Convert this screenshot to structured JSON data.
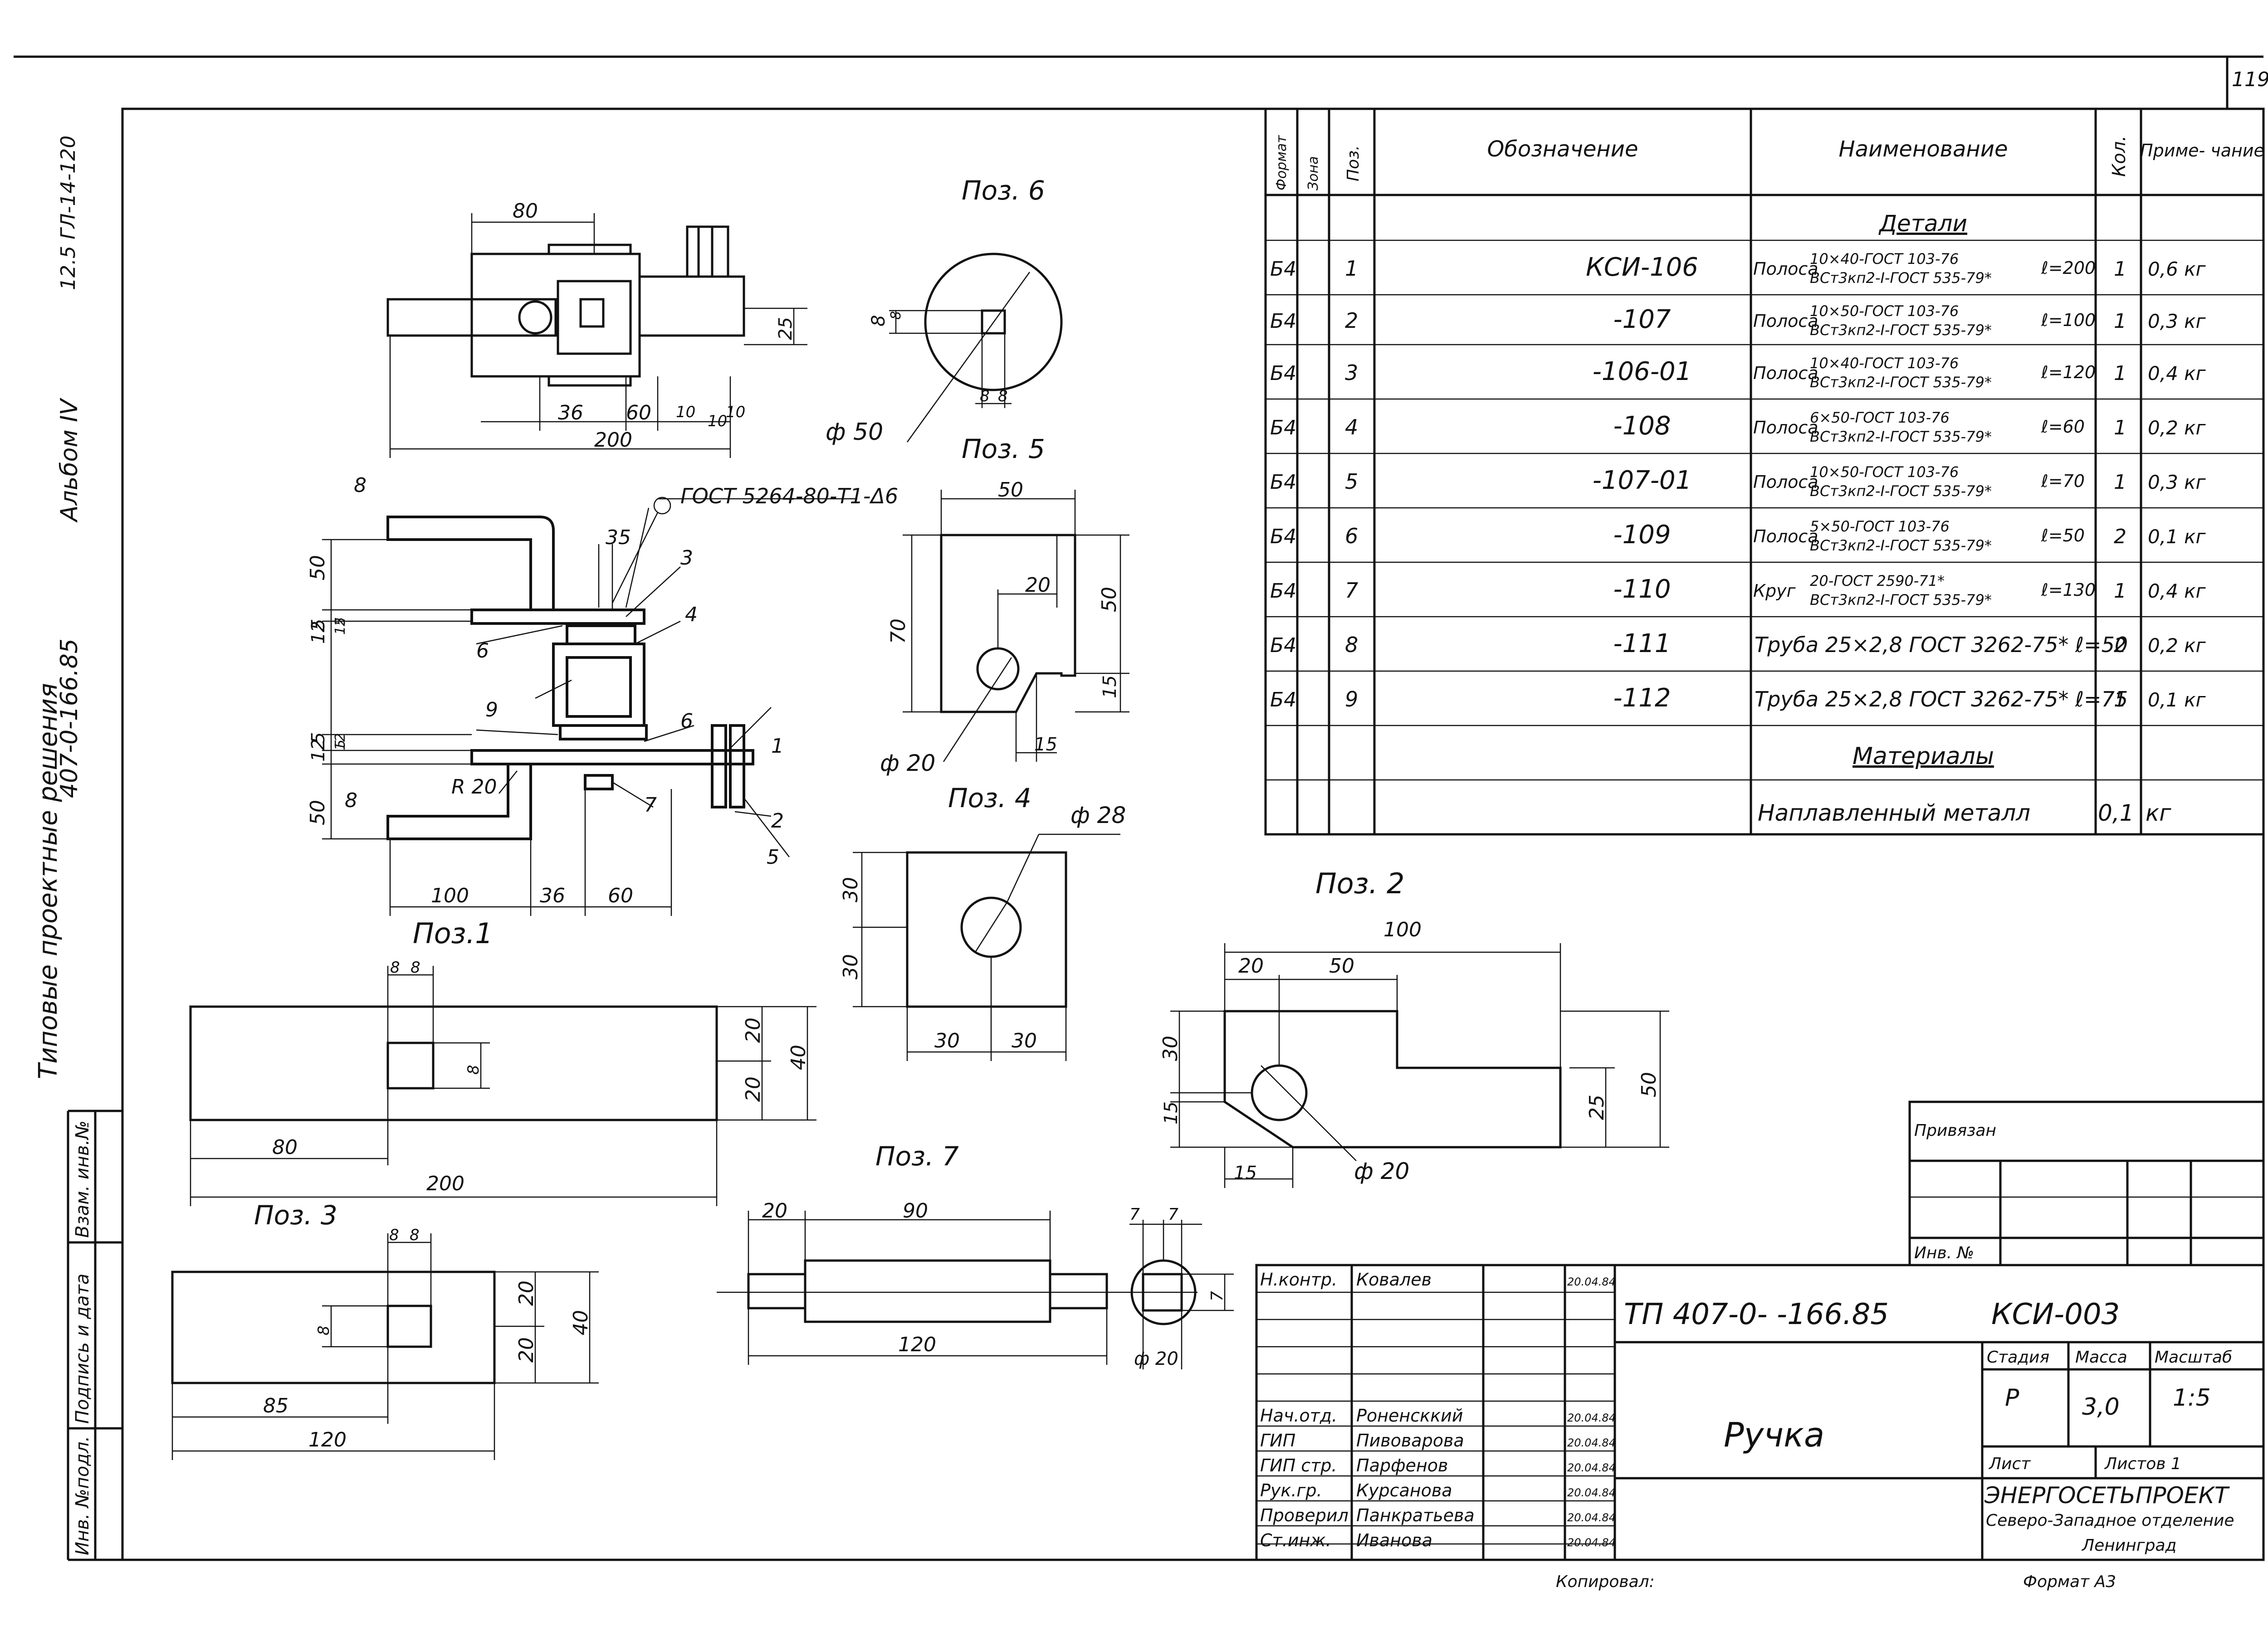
{
  "page_number": "119",
  "side_margin": {
    "series": "Типовые проектные решения",
    "code": "407-0-166.85",
    "album": "Альбом IV",
    "ref": "12.5 ГЛ-14-120"
  },
  "left_strip": {
    "inv_no_orig": "Инв. №подл.",
    "sign_date": "Подпись и дата",
    "vzam_inv": "Взам. инв.№"
  },
  "spec_table": {
    "headers": {
      "format": "Формат",
      "zone": "Зона",
      "pos": "Поз.",
      "designation": "Обозначение",
      "name": "Наименование",
      "qty": "Кол.",
      "note": "Приме- чание"
    },
    "section_details": "Детали",
    "rows": [
      {
        "format": "Б4",
        "pos": "1",
        "designation": "КСИ-106",
        "name_prefix": "Полоса",
        "name_top": "10×40-ГОСТ 103-76",
        "name_bottom": "ВСт3кп2-I-ГОСТ 535-79*",
        "length": "ℓ=200",
        "qty": "1",
        "note": "0,6 кг"
      },
      {
        "format": "Б4",
        "pos": "2",
        "designation": "-107",
        "name_prefix": "Полоса",
        "name_top": "10×50-ГОСТ 103-76",
        "name_bottom": "ВСт3кп2-I-ГОСТ 535-79*",
        "length": "ℓ=100",
        "qty": "1",
        "note": "0,3 кг"
      },
      {
        "format": "Б4",
        "pos": "3",
        "designation": "-106-01",
        "name_prefix": "Полоса",
        "name_top": "10×40-ГОСТ 103-76",
        "name_bottom": "ВСт3кп2-I-ГОСТ 535-79*",
        "length": "ℓ=120",
        "qty": "1",
        "note": "0,4 кг"
      },
      {
        "format": "Б4",
        "pos": "4",
        "designation": "-108",
        "name_prefix": "Полоса",
        "name_top": "6×50-ГОСТ 103-76",
        "name_bottom": "ВСт3кп2-I-ГОСТ 535-79*",
        "length": "ℓ=60",
        "qty": "1",
        "note": "0,2 кг"
      },
      {
        "format": "Б4",
        "pos": "5",
        "designation": "-107-01",
        "name_prefix": "Полоса",
        "name_top": "10×50-ГОСТ 103-76",
        "name_bottom": "ВСт3кп2-I-ГОСТ 535-79*",
        "length": "ℓ=70",
        "qty": "1",
        "note": "0,3 кг"
      },
      {
        "format": "Б4",
        "pos": "6",
        "designation": "-109",
        "name_prefix": "Полоса",
        "name_top": "5×50-ГОСТ 103-76",
        "name_bottom": "ВСт3кп2-I-ГОСТ 535-79*",
        "length": "ℓ=50",
        "qty": "2",
        "note": "0,1 кг"
      },
      {
        "format": "Б4",
        "pos": "7",
        "designation": "-110",
        "name_prefix": "Круг",
        "name_top": "20-ГОСТ 2590-71*",
        "name_bottom": "ВСт3кп2-I-ГОСТ 535-79*",
        "length": "ℓ=130",
        "qty": "1",
        "note": "0,4 кг"
      },
      {
        "format": "Б4",
        "pos": "8",
        "designation": "-111",
        "name": "Труба 25×2,8 ГОСТ 3262-75* ℓ=50",
        "qty": "2",
        "note": "0,2 кг"
      },
      {
        "format": "Б4",
        "pos": "9",
        "designation": "-112",
        "name": "Труба 25×2,8 ГОСТ 3262-75* ℓ=75",
        "qty": "1",
        "note": "0,1 кг"
      }
    ],
    "section_materials": "Материалы",
    "material": {
      "name": "Наплавленный металл",
      "qty": "0,1",
      "note": "кг"
    }
  },
  "binding_table": {
    "privyazan": "Привязан",
    "inv_no": "Инв. №"
  },
  "title_block": {
    "doc_code": "ТП 407-0- -166.85",
    "sheet_code": "КСИ-003",
    "title": "Ручка",
    "stage_label": "Стадия",
    "mass_label": "Масса",
    "scale_label": "Масштаб",
    "stage": "Р",
    "mass": "3,0",
    "scale": "1:5",
    "sheet_label": "Лист",
    "sheets_label": "Листов 1",
    "org_name": "ЭНЕРГОСЕТЬПРОЕКТ",
    "org_dept": "Северо-Западное отделение",
    "org_city": "Ленинград",
    "signers": [
      {
        "role": "Н.контр.",
        "name": "Ковалев",
        "date": "20.04.84"
      },
      {
        "role": "Нач.отд.",
        "name": "Роненсккий",
        "date": "20.04.84"
      },
      {
        "role": "ГИП",
        "name": "Пивоварова",
        "date": "20.04.84"
      },
      {
        "role": "ГИП стр.",
        "name": "Парфенов",
        "date": "20.04.84"
      },
      {
        "role": "Рук.гр.",
        "name": "Курсанова",
        "date": "20.04.84"
      },
      {
        "role": "Проверил",
        "name": "Панкратьева",
        "date": "20.04.84"
      },
      {
        "role": "Ст.инж.",
        "name": "Иванова",
        "date": "20.04.84"
      }
    ],
    "copied": "Копировал:",
    "format": "Формат А3"
  },
  "views": {
    "pos1": {
      "label": "Поз.1",
      "weld": "ГОСТ 5264-80-Т1-Δ6",
      "dims": [
        "8",
        "35",
        "3",
        "50",
        "12",
        "5",
        "12",
        "5",
        "4",
        "6",
        "9",
        "6",
        "1",
        "50",
        "12",
        "5",
        "12",
        "5",
        "8",
        "R 20",
        "7",
        "2",
        "5",
        "100",
        "36",
        "60"
      ]
    },
    "pos2": {
      "label": "Поз. 2",
      "dims": [
        "100",
        "20",
        "50",
        "30",
        "15",
        "15",
        "25",
        "50",
        "ф 20"
      ]
    },
    "pos3": {
      "label": "Поз. 3",
      "dims": [
        "8",
        "8",
        "8",
        "20",
        "20",
        "40",
        "85",
        "120"
      ]
    },
    "pos4": {
      "label": "Поз. 4",
      "dims": [
        "ф 28",
        "30",
        "30",
        "30",
        "30"
      ]
    },
    "pos5": {
      "label": "Поз. 5",
      "dims": [
        "50",
        "20",
        "70",
        "50",
        "15",
        "15",
        "ф 20"
      ]
    },
    "pos6": {
      "label": "Поз. 6",
      "dims": [
        "8",
        "8",
        "8",
        "8",
        "ф 50"
      ]
    },
    "pos7": {
      "label": "Поз. 7",
      "dims": [
        "20",
        "90",
        "120",
        "7",
        "7",
        "7",
        "ф 20"
      ]
    },
    "top_view": {
      "dims": [
        "80",
        "25",
        "36",
        "60",
        "10",
        "10",
        "10",
        "200"
      ]
    },
    "pos3_view": {
      "dims": [
        "8",
        "8",
        "8",
        "20",
        "20",
        "40",
        "80",
        "200"
      ]
    }
  }
}
